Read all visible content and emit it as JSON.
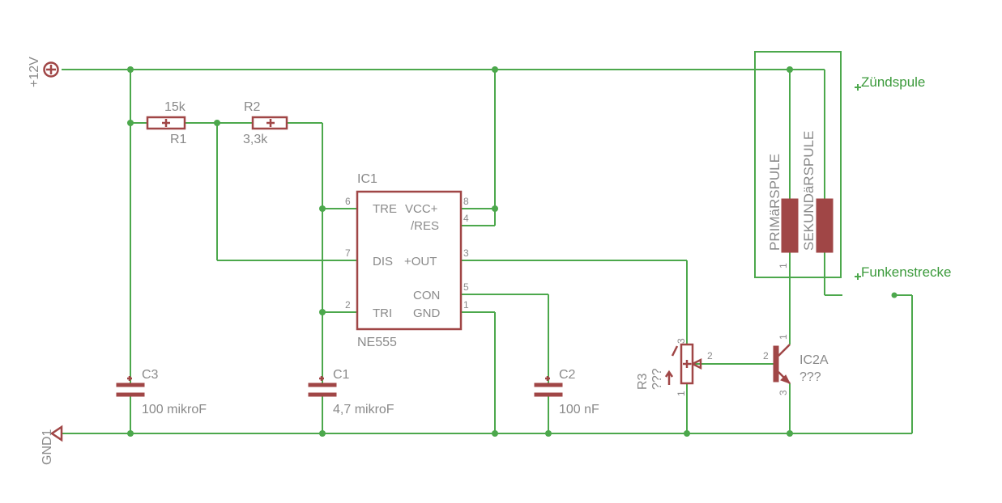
{
  "supply": {
    "name": "+12V"
  },
  "ground": {
    "name": "GND1"
  },
  "R1": {
    "value": "15k",
    "name": "R1"
  },
  "R2": {
    "name": "R2",
    "value": "3,3k"
  },
  "IC1": {
    "name": "IC1",
    "type": "NE555",
    "pins": {
      "tre": "TRE",
      "vcc": "VCC+",
      "res": "/RES",
      "dis": "DIS",
      "out": "+OUT",
      "con": "CON",
      "tri": "TRI",
      "gnd": "GND"
    },
    "pin_numbers": {
      "p6": "6",
      "p8": "8",
      "p4": "4",
      "p7": "7",
      "p3": "3",
      "p5": "5",
      "p2": "2",
      "p1": "1"
    }
  },
  "C1": {
    "name": "C1",
    "value": "4,7 mikroF"
  },
  "C2": {
    "name": "C2",
    "value": "100 nF"
  },
  "C3": {
    "name": "C3",
    "value": "100 mikroF"
  },
  "R3": {
    "name": "R3",
    "value": "???",
    "pin_numbers": {
      "p1": "1",
      "p2": "2",
      "p3": "3"
    }
  },
  "IC2A": {
    "name": "IC2A",
    "value": "???",
    "pin_numbers": {
      "p1": "1",
      "p2": "2",
      "p3": "3"
    }
  },
  "coil": {
    "name": "Zündspule",
    "primary": "PRIMäRSPULE",
    "secondary": "SEKUNDäRSPULE",
    "pin_numbers": {
      "p1": "1"
    }
  },
  "spark_gap": {
    "name": "Funkenstrecke"
  },
  "colors": {
    "wire": "#4ca84c",
    "part": "#a04646",
    "label": "#8a8a8a",
    "net_label": "#3b9a3b"
  }
}
